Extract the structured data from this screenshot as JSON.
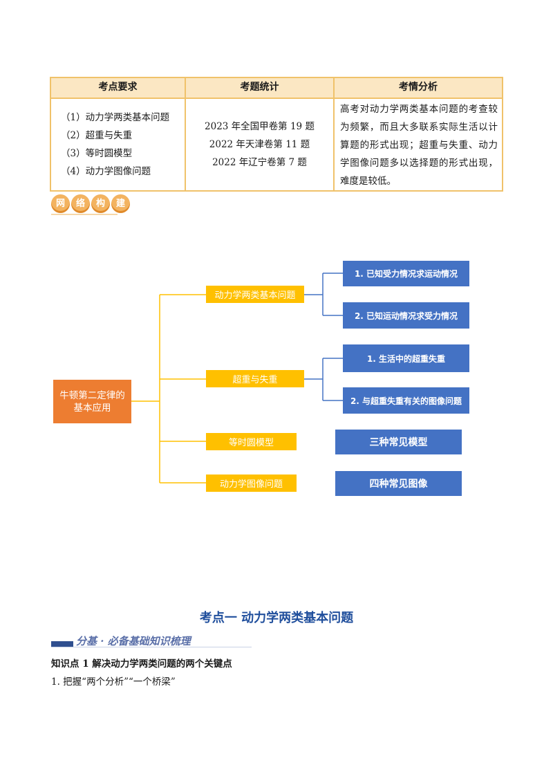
{
  "table": {
    "headers": [
      "考点要求",
      "考题统计",
      "考情分析"
    ],
    "requirements": [
      "（1）动力学两类基本问题",
      "（2）超重与失重",
      "（3）等时圆模型",
      "（4）动力学图像问题"
    ],
    "stats": [
      "2023 年全国甲卷第 19 题",
      "2022 年天津卷第 11 题",
      "2022 年辽宁卷第 7 题"
    ],
    "analysis": "高考对动力学两类基本问题的考查较为频繁，而且大多联系实际生活以计算题的形式出现；超重与失重、动力学图像问题多以选择题的形式出现，难度是较低。"
  },
  "badge": [
    "网",
    "络",
    "构",
    "建"
  ],
  "mindmap": {
    "root": "牛顿第二定律的基本应用",
    "branches": [
      {
        "label": "动力学两类基本问题",
        "leaves": [
          "1. 已知受力情况求运动情况",
          "2. 已知运动情况求受力情况"
        ]
      },
      {
        "label": "超重与失重",
        "leaves": [
          "1. 生活中的超重失重",
          "2. 与超重失重有关的图像问题"
        ]
      },
      {
        "label": "等时圆模型",
        "leaves": [
          "三种常见模型"
        ]
      },
      {
        "label": "动力学图像问题",
        "leaves": [
          "四种常见图像"
        ]
      }
    ],
    "colors": {
      "root": "#ed7d31",
      "branch": "#ffc000",
      "leaf": "#4472c4",
      "connector_root": "#ffc000",
      "connector_leaf": "#4472c4"
    }
  },
  "section": {
    "title": "考点一  动力学两类基本问题",
    "banner": "分基 · 必备基础知识梳理",
    "knowledge_point": "知识点 1  解决动力学两类问题的两个关键点",
    "paragraph": "1. 把握“两个分析”“一个桥梁”"
  }
}
